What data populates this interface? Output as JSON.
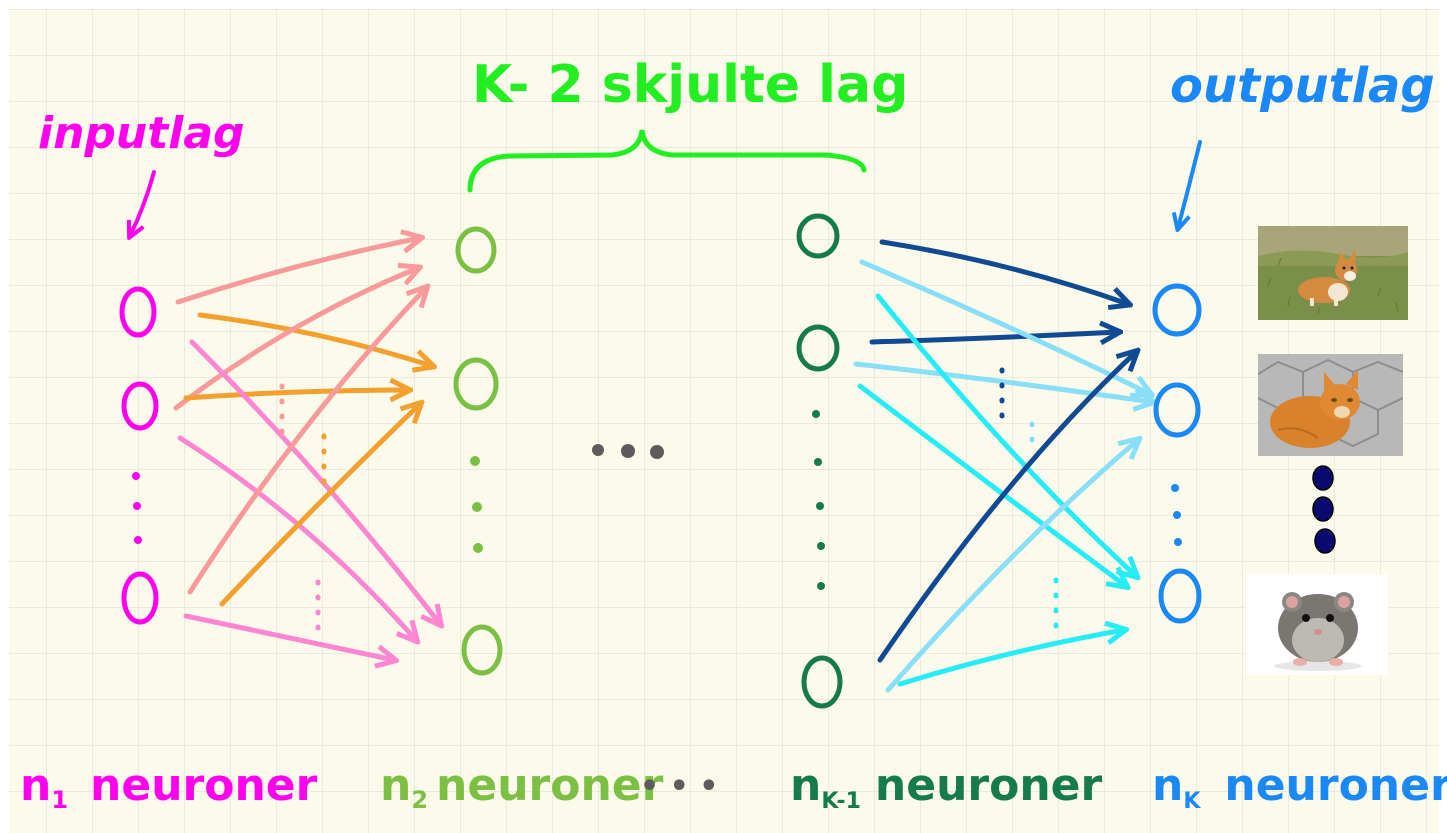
{
  "labels": {
    "input_layer": "inputlag",
    "hidden_layers": "K- 2 skjulte lag",
    "output_layer": "outputlag",
    "n1": "n",
    "n1_sub": "1",
    "n2": "n",
    "n2_sub": "2",
    "nk1": "n",
    "nk1_sub": "K-1",
    "nk": "n",
    "nk_sub": "K",
    "neurons_word": "neuroner",
    "ellipsis": "• • •"
  },
  "colors": {
    "paper": "#fcfaea",
    "grid": "#dcdccc",
    "input": "#ff00ee",
    "hidden_first": "#7cc043",
    "hidden_label": "#22ee22",
    "hidden_last": "#157a4c",
    "output": "#1a88f5",
    "arrow_salmon": "#f99a9a",
    "arrow_orange": "#f3a02e",
    "arrow_pink": "#fd86d2",
    "arrow_navy": "#0f4a92",
    "arrow_lightblue": "#8adff8",
    "arrow_cyan": "#26ecf6",
    "dots_gray": "#5c5c5c",
    "dots_navy": "#0a0a6e"
  },
  "icons": [
    "dog-photo",
    "cat-photo",
    "hamster-photo"
  ]
}
